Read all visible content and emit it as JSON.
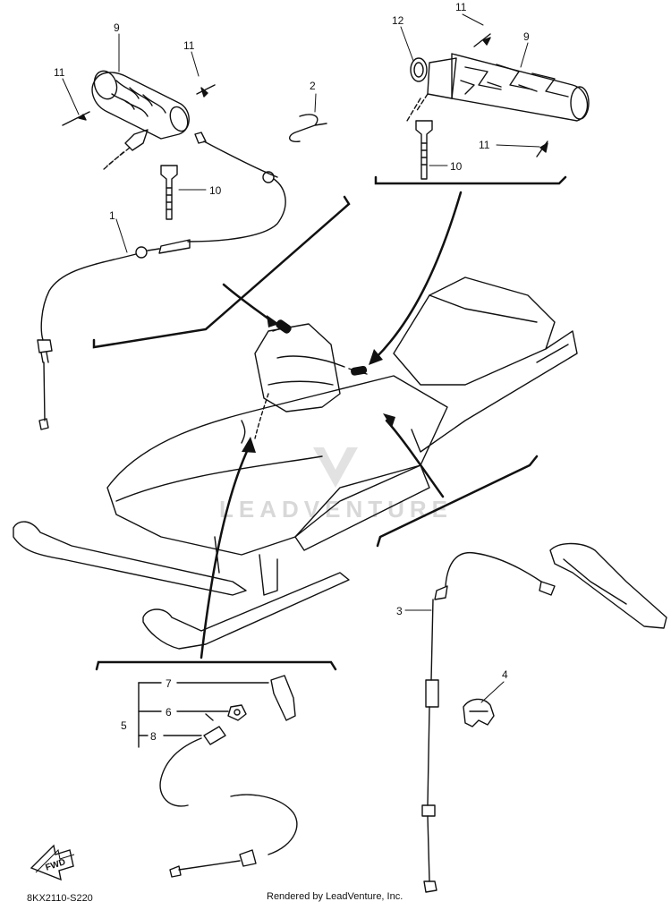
{
  "diagram": {
    "part_code": "8KX2110-S220",
    "credit": "Rendered by LeadVenture, Inc.",
    "watermark": "LEADVENTURE",
    "fwd_label": "FWD",
    "callouts": {
      "c1": "1",
      "c2": "2",
      "c3": "3",
      "c4": "4",
      "c5": "5",
      "c6": "6",
      "c7": "7",
      "c8": "8",
      "c9_left": "9",
      "c9_right": "9",
      "c10_left": "10",
      "c10_right": "10",
      "c11_left_a": "11",
      "c11_left_b": "11",
      "c11_right_a": "11",
      "c11_right_b": "11",
      "c12": "12"
    }
  }
}
